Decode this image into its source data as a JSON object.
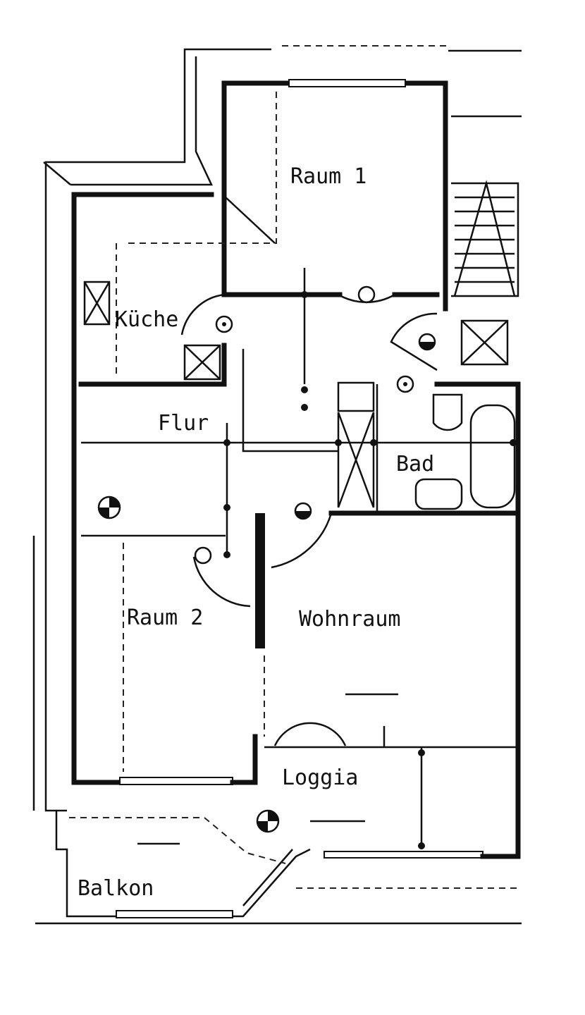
{
  "plan": {
    "rooms": {
      "raum1": "Raum 1",
      "kueche": "Küche",
      "flur": "Flur",
      "bad": "Bad",
      "wohnraum": "Wohnraum",
      "raum2": "Raum 2",
      "loggia": "Loggia",
      "balkon": "Balkon"
    }
  }
}
